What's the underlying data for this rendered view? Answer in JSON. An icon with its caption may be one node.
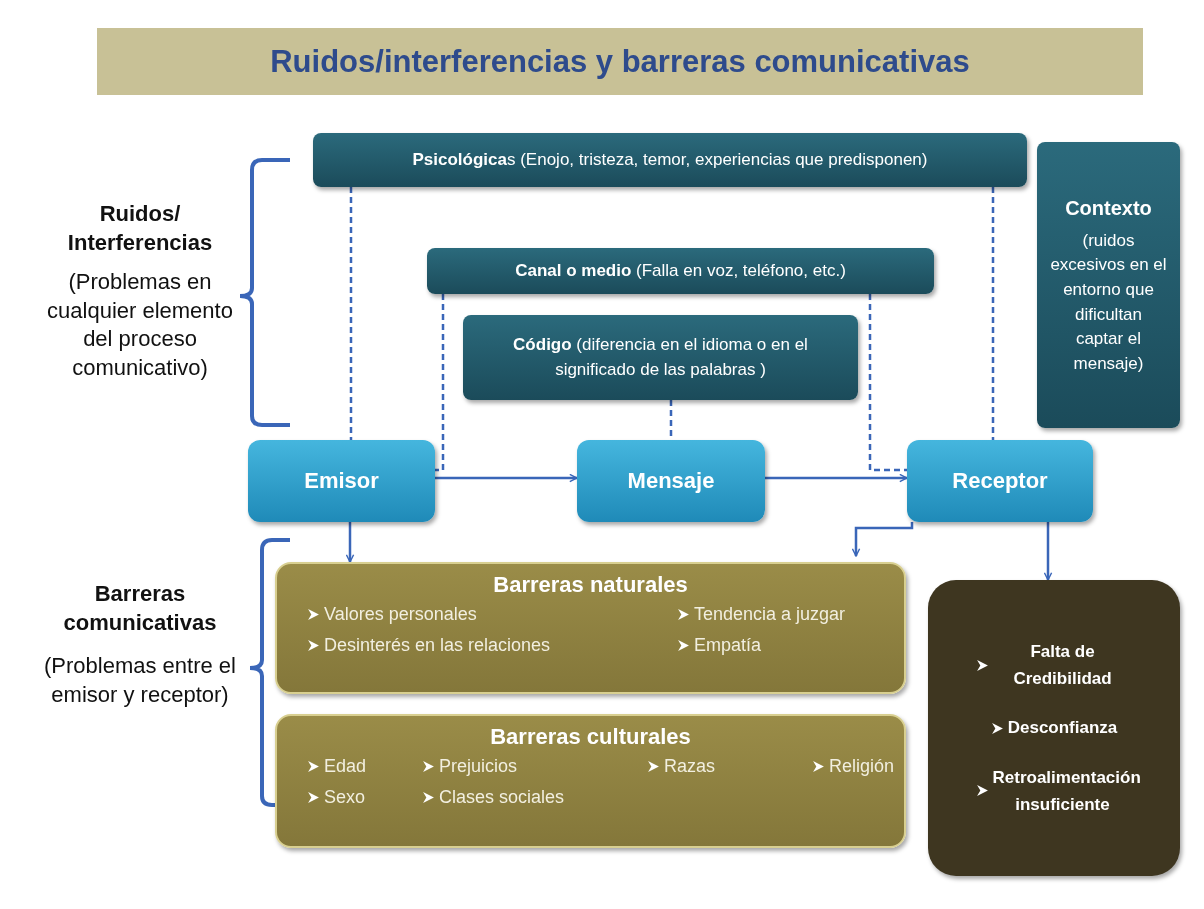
{
  "diagram": {
    "title": "Ruidos/interferencias y barreras comunicativas",
    "nodes": [
      {
        "text": [
          "**Psicológica**s (Enojo, tristeza, temor, experiencias que predisponen)"
        ]
      },
      {
        "text": [
          "Contexto",
          "(ruidos excesivos en el entorno que dificultan captar el mensaje)"
        ]
      },
      {
        "text": [
          "**Canal o medio** (Falla en voz, teléfono, etc.)"
        ]
      },
      {
        "text": [
          "**Código** (diferencia en el idioma o en el significado de las palabras )"
        ]
      },
      {
        "text": [
          "Emisor"
        ]
      },
      {
        "text": [
          "Mensaje"
        ]
      },
      {
        "text": [
          "Receptor"
        ]
      },
      {
        "text": [
          "Barreras naturales",
          "Valores personales",
          "Tendencia a juzgar",
          "Desinterés en las relaciones",
          "Empatía"
        ]
      },
      {
        "text": [
          "Barreras culturales",
          "Edad",
          "Prejuicios",
          "Razas",
          "Religión",
          "Sexo",
          "Clases sociales"
        ]
      },
      {
        "text": [
          "Falta de Credibilidad",
          "Desconfianza",
          "Retroalimentación insuficiente"
        ]
      }
    ],
    "edges": [
      {
        "from": 0,
        "to": 4,
        "arrow": "none",
        "style": "dashed"
      },
      {
        "from": 0,
        "to": 6,
        "arrow": "none",
        "style": "dashed"
      },
      {
        "from": 2,
        "to": 4,
        "arrow": "none",
        "style": "dashed"
      },
      {
        "from": 2,
        "to": 6,
        "arrow": "none",
        "style": "dashed"
      },
      {
        "from": 3,
        "to": 5,
        "arrow": "none",
        "style": "dashed"
      },
      {
        "from": 4,
        "to": 5,
        "arrow": "to"
      },
      {
        "from": 5,
        "to": 6,
        "arrow": "to"
      },
      {
        "from": 4,
        "to": 7,
        "arrow": "to"
      },
      {
        "from": 6,
        "to": 7,
        "arrow": "to"
      },
      {
        "from": 6,
        "to": 9,
        "arrow": "to"
      }
    ],
    "labels": [
      "Ruidos/ Interferencias",
      "(Problemas en cualquier elemento del proceso comunicativo)",
      "Barreras comunicativas",
      "(Problemas entre el emisor y receptor)"
    ]
  }
}
